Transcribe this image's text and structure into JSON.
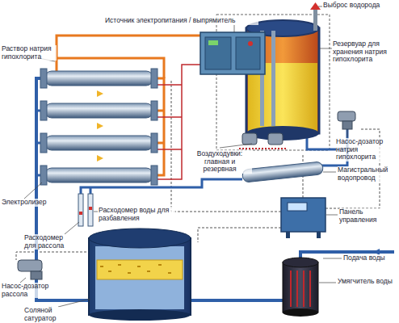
{
  "diagram": {
    "labels": [
      "Источник электропитания / выпрямитель",
      "Выброс водорода",
      "Раствор натрия гипохлорита",
      "Резервуар для хранения натрия гипохлорита",
      "Насос-дозатор натрия гипохлорита",
      "Воздуходувки: главная и резервная",
      "Магистральный водопровод",
      "Панель управления",
      "Электролизер",
      "Расходомер воды для разбавления",
      "Расходомер для рассола",
      "Насос-дозатор рассола",
      "Подача воды",
      "Умягчитель воды",
      "Соляной сатуратор"
    ]
  }
}
